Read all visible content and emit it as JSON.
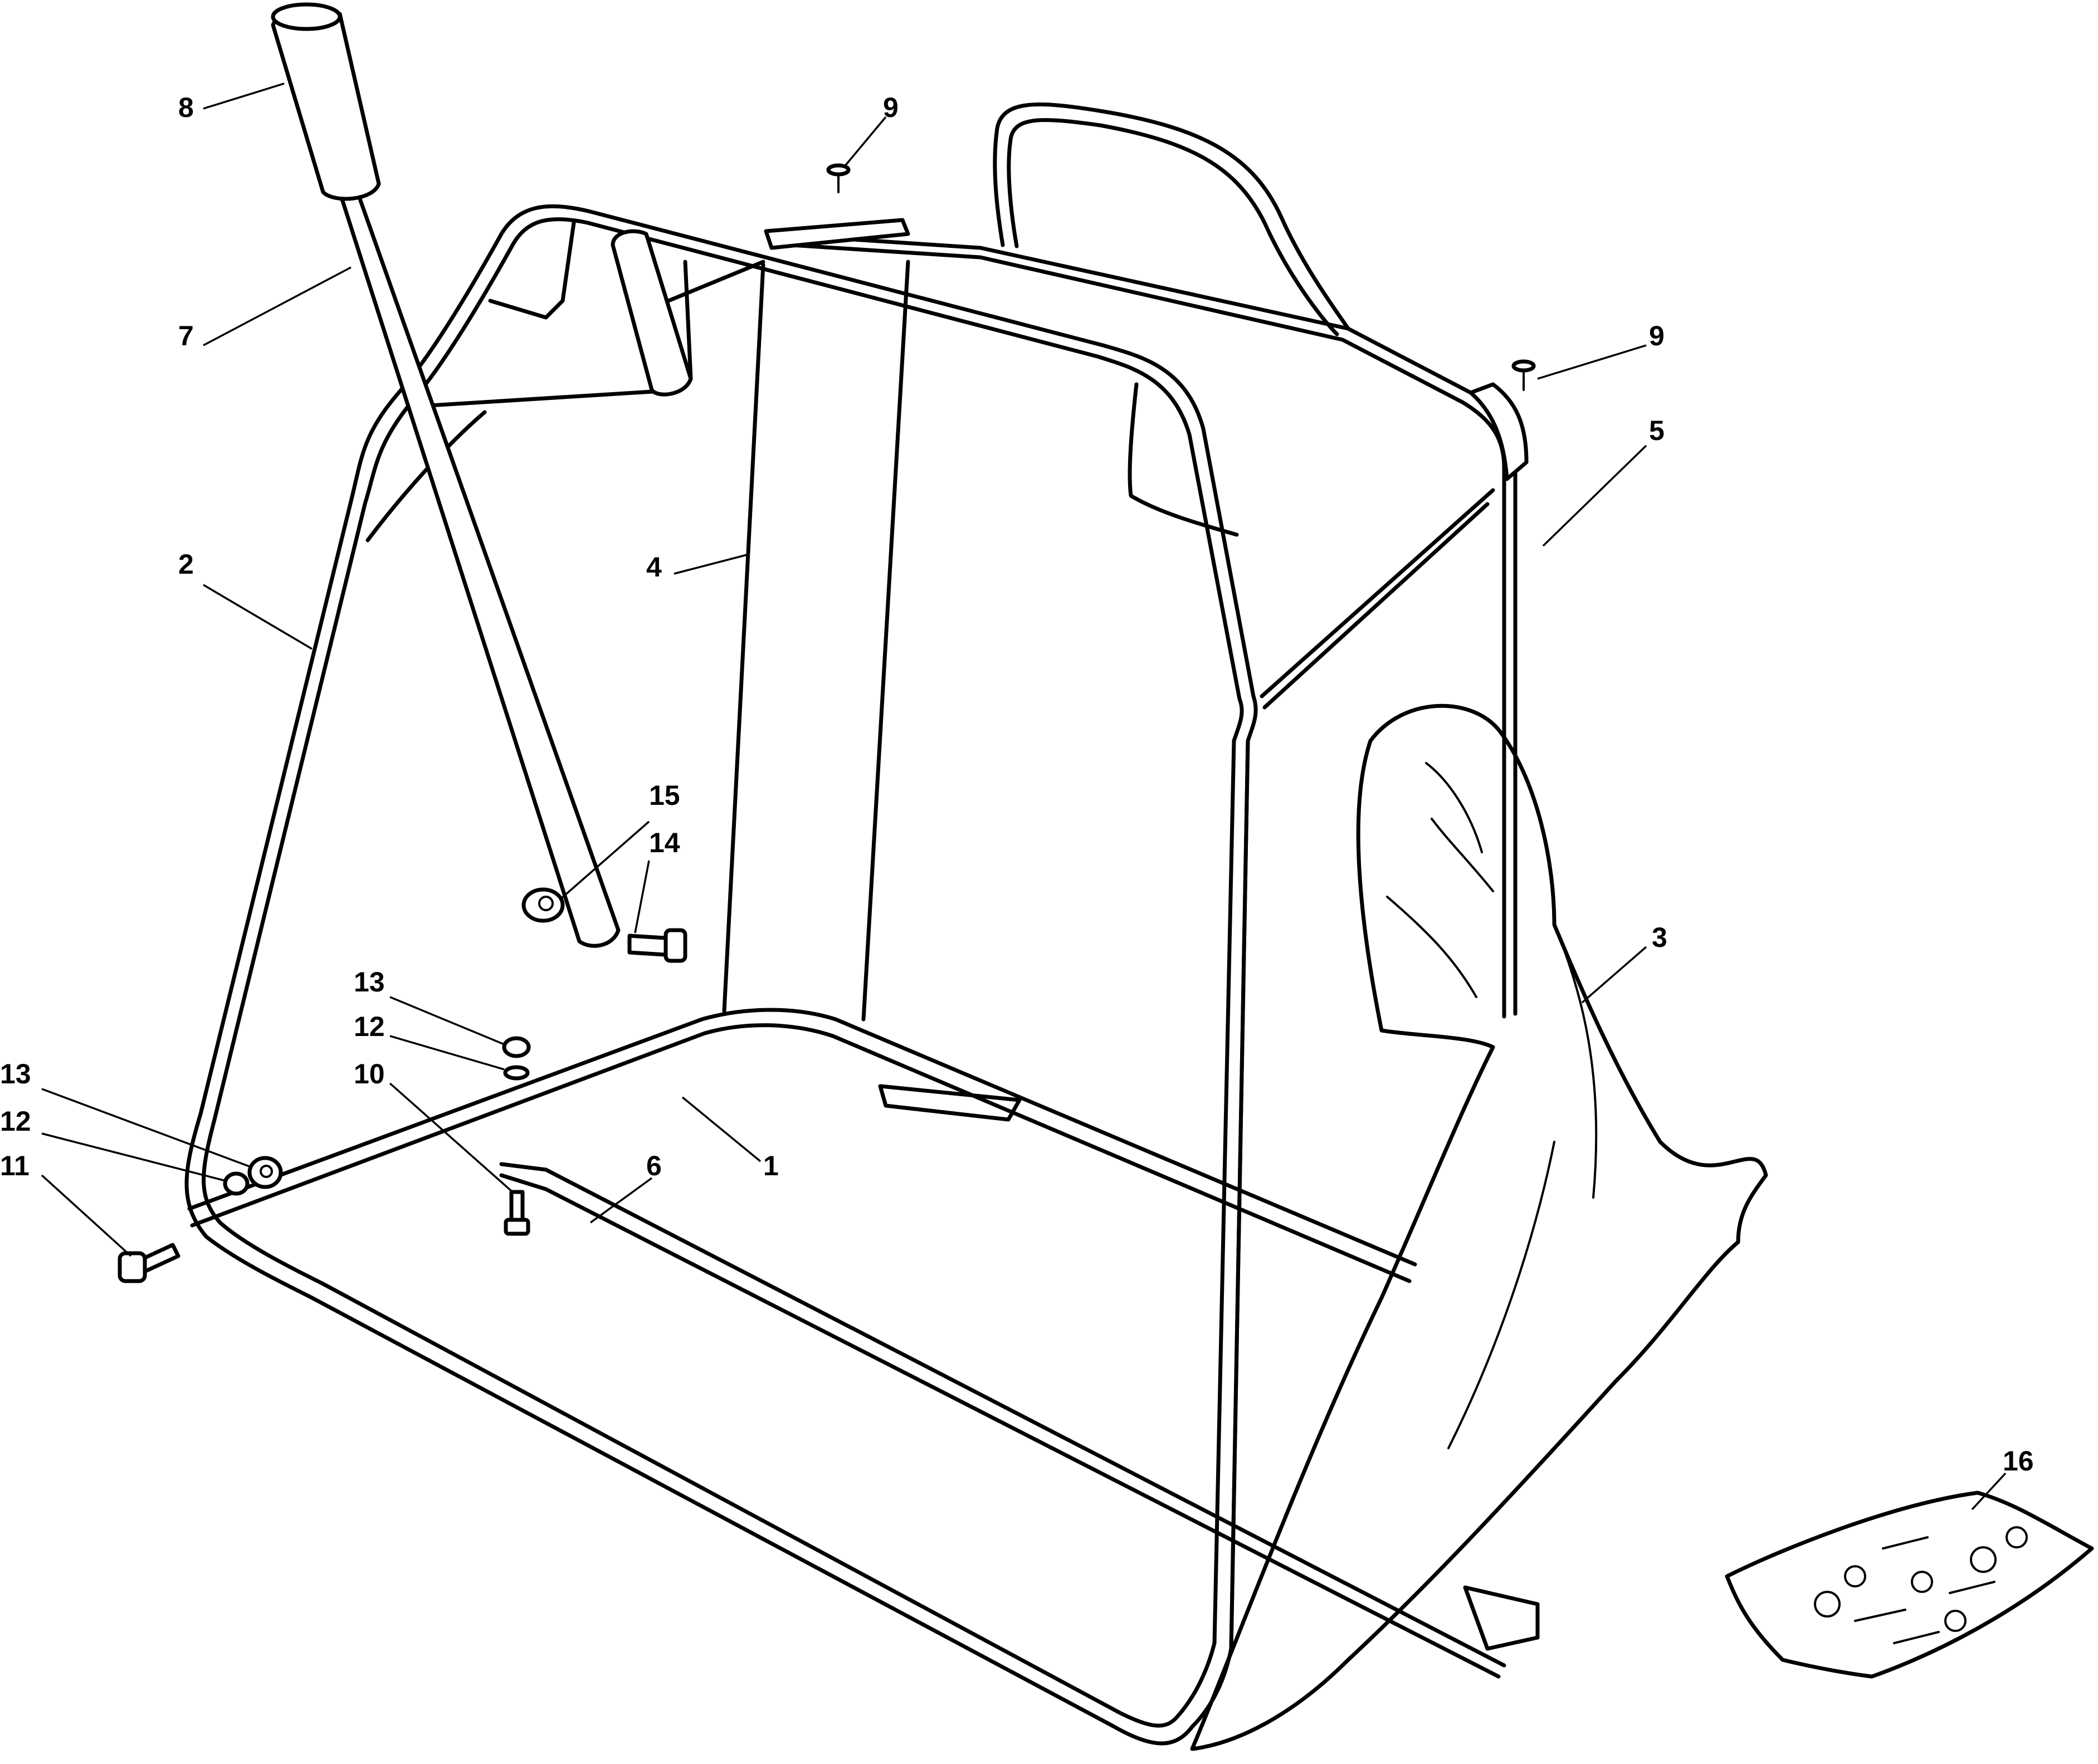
{
  "callouts": [
    {
      "id": "c8",
      "label": "8"
    },
    {
      "id": "c9a",
      "label": "9"
    },
    {
      "id": "c7",
      "label": "7"
    },
    {
      "id": "c9b",
      "label": "9"
    },
    {
      "id": "c5",
      "label": "5"
    },
    {
      "id": "c2",
      "label": "2"
    },
    {
      "id": "c4",
      "label": "4"
    },
    {
      "id": "c15",
      "label": "15"
    },
    {
      "id": "c14",
      "label": "14"
    },
    {
      "id": "c3",
      "label": "3"
    },
    {
      "id": "c13a",
      "label": "13"
    },
    {
      "id": "c12a",
      "label": "12"
    },
    {
      "id": "c10",
      "label": "10"
    },
    {
      "id": "c13b",
      "label": "13"
    },
    {
      "id": "c12b",
      "label": "12"
    },
    {
      "id": "c6",
      "label": "6"
    },
    {
      "id": "c1",
      "label": "1"
    },
    {
      "id": "c11",
      "label": "11"
    },
    {
      "id": "c16",
      "label": "16"
    }
  ]
}
